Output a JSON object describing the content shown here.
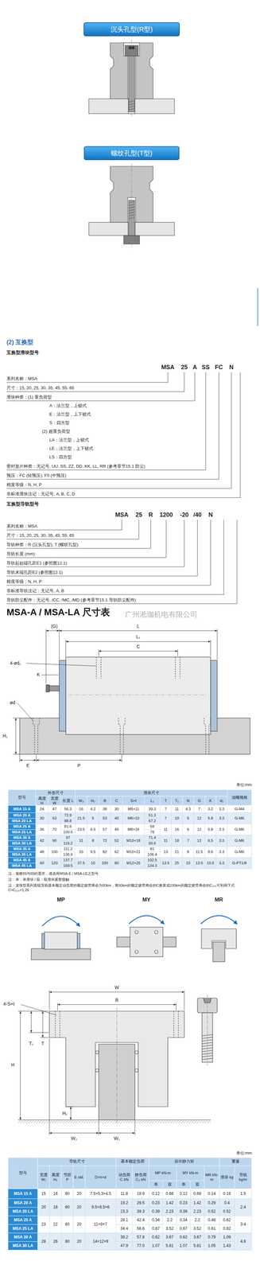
{
  "diagram": {
    "title": "MSA-A / MSA-LA 尺寸表",
    "nodes": [
      {
        "text": [
          "沉头孔型(R型)"
        ]
      },
      {
        "text": [
          "螺纹孔型(T型)"
        ]
      }
    ],
    "labels": [
      "(2) 互换型",
      "互换型滑块型号",
      "MSA",
      "25",
      "A",
      "SS",
      "FC",
      "N",
      "系列名称：MSA",
      "尺寸：15, 20, 25, 30, 35, 45, 55, 65",
      "滑块种类：(1) 重负荷型",
      "A：法兰型，上锁式",
      "E：法兰型，上下锁式",
      "S：四方型",
      "(2) 超重负荷型",
      "LA：法兰型，上锁式",
      "LE：法兰型，上下锁式",
      "LS：四方型",
      "密封垫片种类：无记号, UU, SS, ZZ, DD, KK, LL, RR (参考章节15.1 防尘)",
      "预压：FC (轻预压), F0 (中预压)",
      "精度等级：N, H, P",
      "非标准滑块注记：无记号, A, B, C, D",
      "互换型导轨型号",
      "MSA",
      "25",
      "R",
      "1200",
      "-20",
      "/40",
      "N",
      "系列名称：MSA",
      "尺寸：15, 20, 25, 30, 35, 45, 55, 65",
      "导轨种类：R (沉头孔型), T (螺纹孔型)",
      "导轨长度 (mm)",
      "导轨起始端孔距E1 (参照图12.1)",
      "导轨末端孔距E2 (参照图12.1)",
      "精度等级：N, H, P",
      "非标准导轨注记：无记号, A, B",
      "导轨防尘配件：无记号, /CC, /MC, /MD (参考章节15.1 导轨防尘配件)",
      "广州淞珈机电有限公司",
      "(G)",
      "L",
      "L₁",
      "C",
      "4-ød₁",
      "K",
      "ød",
      "H₁",
      "E",
      "P",
      "单位:mm",
      "型号",
      "外形尺寸",
      "滑块尺寸",
      "油嘴规格",
      "高度 H",
      "宽度 W",
      "长度 L",
      "W₂",
      "H₂",
      "B",
      "C",
      "S×ℓ",
      "L₁",
      "T",
      "T₁",
      "N",
      "G",
      "K",
      "d₁",
      "MSA 15 A",
      "24",
      "47",
      "56.3",
      "16",
      "4.2",
      "38",
      "30",
      "M5×11",
      "39.3",
      "7",
      "11",
      "4.3",
      "7",
      "3.2",
      "3.3",
      "G-M4",
      "MSA 20 A",
      "MSA 20 LA",
      "30",
      "63",
      "72.9",
      "88.8",
      "21.5",
      "5",
      "53",
      "40",
      "M6×10",
      "51.3",
      "67.2",
      "7",
      "10",
      "5",
      "12",
      "5.8",
      "3.3",
      "G-M6",
      "MSA 25 A",
      "MSA 25 LA",
      "36",
      "70",
      "81.6",
      "100.6",
      "23.5",
      "6.5",
      "57",
      "45",
      "M8×16",
      "59",
      "78",
      "11",
      "16",
      "6",
      "12",
      "5.8",
      "3.3",
      "G-M6",
      "MSA 30 A",
      "MSA 30 LA",
      "42",
      "90",
      "97",
      "119.2",
      "31",
      "8",
      "72",
      "52",
      "M10×18",
      "71.4",
      "93.6",
      "11",
      "18",
      "7",
      "12",
      "6.5",
      "3.3",
      "G-M6",
      "MSA 35 A",
      "MSA 35 LA",
      "48",
      "100",
      "111.2",
      "136.6",
      "33",
      "9.5",
      "82",
      "62",
      "M10×21",
      "81",
      "106.4",
      "13",
      "21",
      "8",
      "11.5",
      "8.6",
      "3.3",
      "G-M6",
      "MSA 45 A",
      "MSA 45 LA",
      "60",
      "120",
      "137.7",
      "169.5",
      "37.5",
      "10",
      "100",
      "80",
      "M12×25",
      "102.5",
      "134.3",
      "13.5",
      "25",
      "10",
      "13.5",
      "10.6",
      "3.3",
      "G-PT1/8",
      "注：规格55与65的需求，请选用MSA-E / MSA-LE之型号",
      "注：单：单滑块 / 双：双滑块紧密接触",
      "注：滚珠型系列直线导轨基本额定动负荷的额定疲劳寿命为50km，将50km的额定疲劳寿命的C换算成100km的额定疲劳寿命的C₁₀₀可利用下式 C=C₁₀₀×1.26",
      "MP",
      "MY",
      "MR",
      "W",
      "B",
      "4-S×ℓ",
      "T₁",
      "T",
      "H",
      "H₂",
      "W₂",
      "W₁",
      "单位:mm",
      "型号",
      "导轨尺寸",
      "基本额定负荷",
      "容许静力矩",
      "重量",
      "宽度 W₁",
      "高度 H₁",
      "节距 P",
      "E std.",
      "D×h×d",
      "动负荷 C kN",
      "静负荷 C₀ kN",
      "MP kN-m",
      "MY kN-m",
      "MR kN-m",
      "滑块 kg",
      "导轨 kg/m",
      "单",
      "双",
      "单",
      "双",
      "MSA 15 A",
      "15",
      "16",
      "60",
      "20",
      "7.5×5.3×4.5",
      "11.8",
      "18.9",
      "0.12",
      "0.68",
      "0.12",
      "0.68",
      "0.14",
      "0.18",
      "1.5",
      "MSA 20 A",
      "MSA 20 LA",
      "20",
      "18",
      "60",
      "20",
      "9.5×8.5×6",
      "19.2",
      "23.3",
      "29.5",
      "39.3",
      "0.23",
      "0.39",
      "1.42",
      "2.23",
      "0.23",
      "0.39",
      "1.42",
      "2.23",
      "0.29",
      "0.52",
      "0.4",
      "0.52",
      "2.4",
      "MSA 25 A",
      "MSA 25 LA",
      "23",
      "22",
      "60",
      "20",
      "11×9×7",
      "28.1",
      "34.4",
      "42.4",
      "56.6",
      "0.34",
      "0.67",
      "2.2",
      "3.52",
      "0.34",
      "0.67",
      "2.2",
      "3.52",
      "0.48",
      "0.61",
      "0.62",
      "0.82",
      "3.4",
      "MSA 30 A",
      "MSA 30 LA",
      "28",
      "26",
      "80",
      "20",
      "14×12×9",
      "39.2",
      "47.9",
      "57.8",
      "77.0",
      "0.62",
      "1.07",
      "3.67",
      "5.81",
      "0.62",
      "1.07",
      "3.67",
      "5.81",
      "0.79",
      "1.05",
      "1.09",
      "1.43",
      "4.8"
    ]
  }
}
